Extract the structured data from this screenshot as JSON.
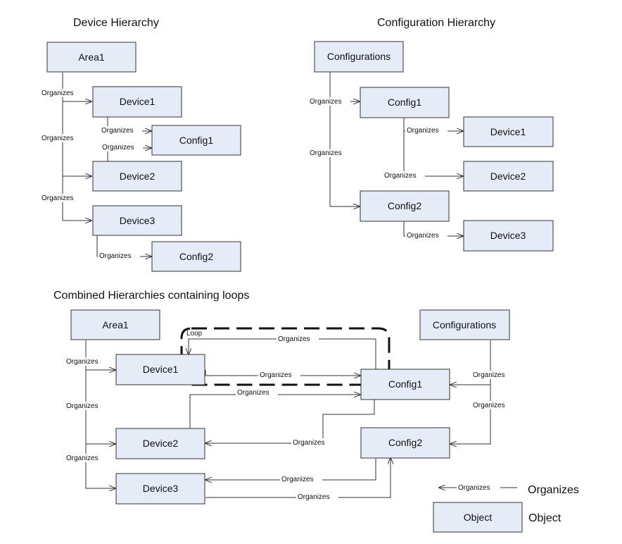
{
  "titles": {
    "device_hierarchy": "Device Hierarchy",
    "configuration_hierarchy": "Configuration Hierarchy",
    "combined": "Combined Hierarchies containing loops"
  },
  "reference_label": "Organizes",
  "loop_label": "Loop",
  "legend": {
    "reference_text": "Organizes",
    "object_box": "Object",
    "object_text": "Object"
  },
  "nodes": {
    "dh_area1": "Area1",
    "dh_device1": "Device1",
    "dh_config1": "Config1",
    "dh_device2": "Device2",
    "dh_device3": "Device3",
    "dh_config2": "Config2",
    "ch_configurations": "Configurations",
    "ch_config1": "Config1",
    "ch_device1": "Device1",
    "ch_device2": "Device2",
    "ch_config2": "Config2",
    "ch_device3": "Device3",
    "cb_area1": "Area1",
    "cb_configurations": "Configurations",
    "cb_device1": "Device1",
    "cb_config1": "Config1",
    "cb_device2": "Device2",
    "cb_config2": "Config2",
    "cb_device3": "Device3"
  },
  "colors": {
    "node_fill": "#e6ecf7",
    "stroke": "#333333"
  }
}
